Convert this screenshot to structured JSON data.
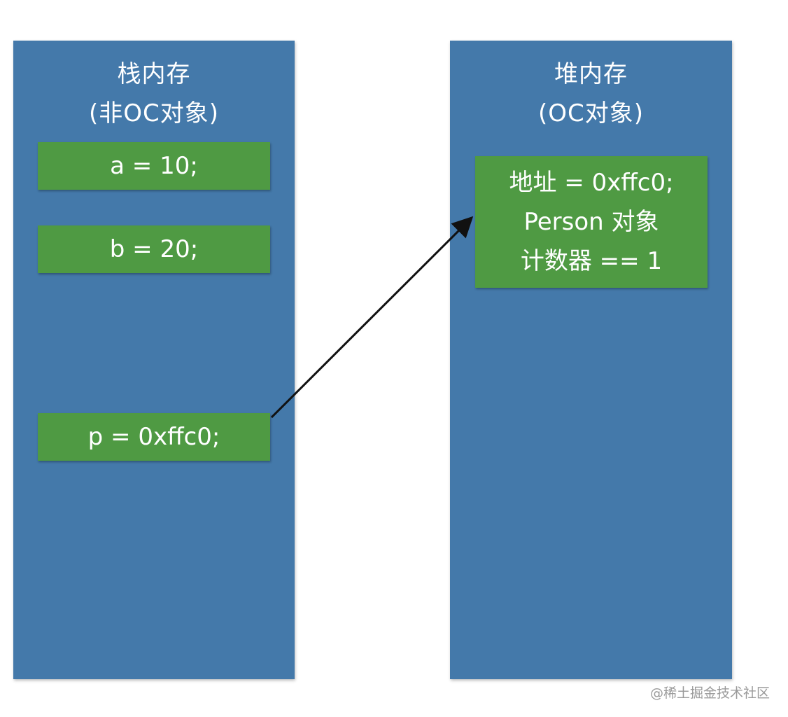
{
  "stack_panel": {
    "title": "栈内存",
    "subtitle": "(非OC对象)",
    "items": [
      {
        "text": "a = 10;"
      },
      {
        "text": "b = 20;"
      },
      {
        "text": "p = 0xffc0;"
      }
    ]
  },
  "heap_panel": {
    "title": "堆内存",
    "subtitle": "(OC对象)",
    "object": {
      "line1": "地址 = 0xffc0;",
      "line2": "Person 对象",
      "line3": "计数器 == 1"
    }
  },
  "colors": {
    "panel": "#4479aa",
    "box": "#4f9a43",
    "arrow": "#111111"
  },
  "watermark": "@稀土掘金技术社区"
}
